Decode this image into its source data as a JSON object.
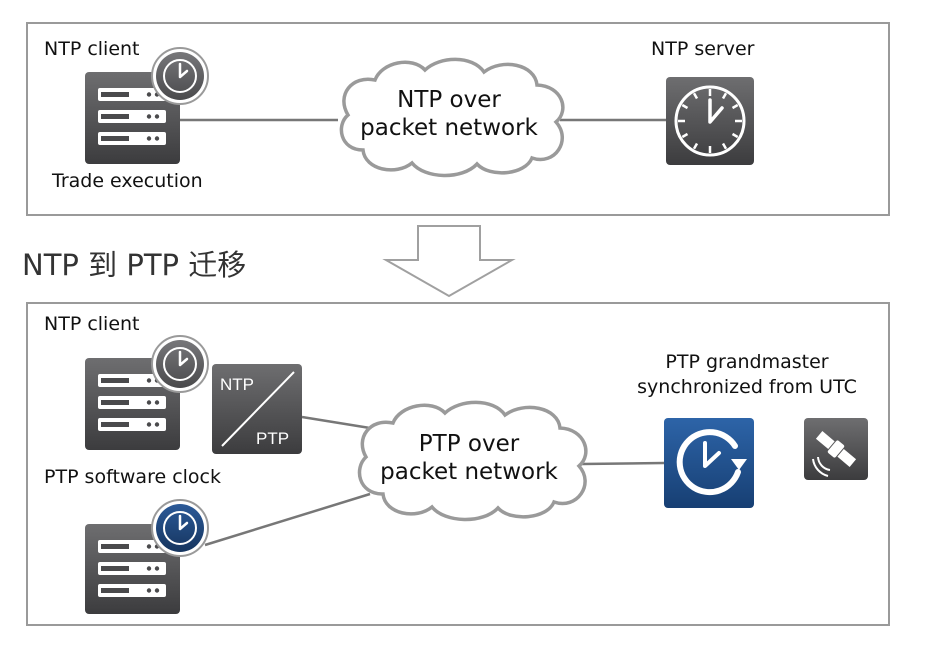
{
  "top": {
    "client_label": "NTP client",
    "client_sub_label": "Trade execution",
    "cloud_line1": "NTP over",
    "cloud_line2": "packet network",
    "server_label": "NTP server"
  },
  "migration": {
    "title": "NTP 到 PTP 迁移"
  },
  "bottom": {
    "client_label": "NTP client",
    "converter_top": "NTP",
    "converter_bottom": "PTP",
    "software_clock_label": "PTP software clock",
    "cloud_line1": "PTP over",
    "cloud_line2": "packet network",
    "gm_line1": "PTP grandmaster",
    "gm_line2": "synchronized from UTC"
  },
  "icons": [
    "server-icon",
    "clock-icon",
    "ntp-server-clock-icon",
    "converter-icon",
    "grandmaster-clock-icon",
    "satellite-icon",
    "down-arrow-icon",
    "cloud-icon"
  ],
  "colors": {
    "panel_border": "#9a9a9a",
    "icon_dark": "#4a4a4c",
    "grandmaster_blue": "#1c4f8e",
    "line": "#777777"
  }
}
